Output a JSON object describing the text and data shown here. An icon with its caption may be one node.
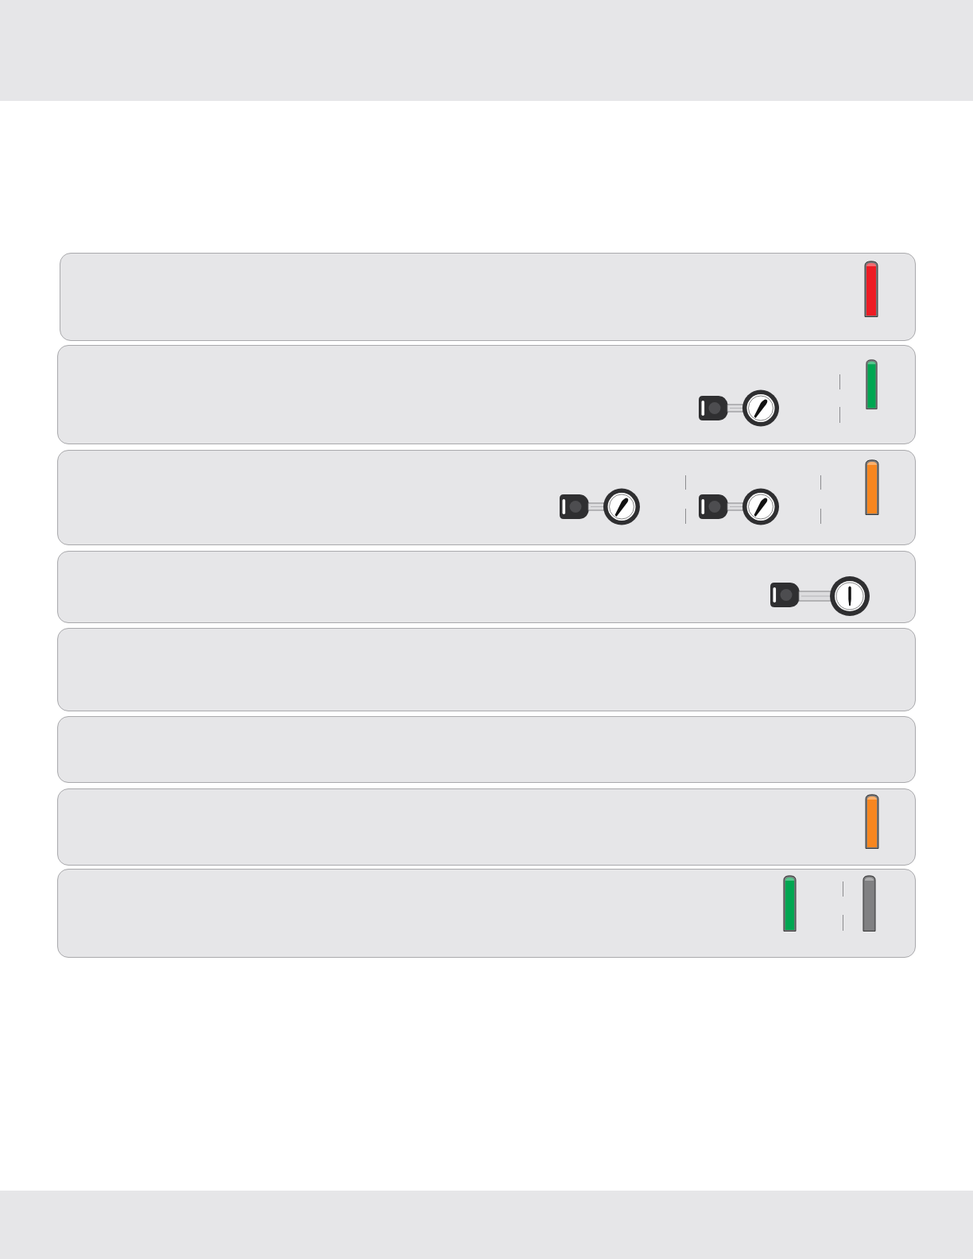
{
  "diagram": {
    "nodes": [
      {
        "text": [],
        "shape": "box"
      },
      {
        "text": [],
        "shape": "bar",
        "in": 0
      },
      {
        "text": [],
        "shape": "box"
      },
      {
        "text": [],
        "shape": "picture",
        "in": 2
      },
      {
        "text": [],
        "shape": "bar",
        "in": 2
      },
      {
        "text": [],
        "shape": "box"
      },
      {
        "text": [],
        "shape": "picture",
        "in": 5
      },
      {
        "text": [],
        "shape": "picture",
        "in": 5
      },
      {
        "text": [],
        "shape": "bar",
        "in": 5
      },
      {
        "text": [],
        "shape": "box"
      },
      {
        "text": [],
        "shape": "picture",
        "in": 9
      },
      {
        "text": [],
        "shape": "box"
      },
      {
        "text": [],
        "shape": "box"
      },
      {
        "text": [],
        "shape": "box"
      },
      {
        "text": [],
        "shape": "bar",
        "in": 13
      },
      {
        "text": [],
        "shape": "box"
      },
      {
        "text": [],
        "shape": "bar",
        "in": 15
      },
      {
        "text": [],
        "shape": "bar",
        "in": 15
      }
    ]
  }
}
